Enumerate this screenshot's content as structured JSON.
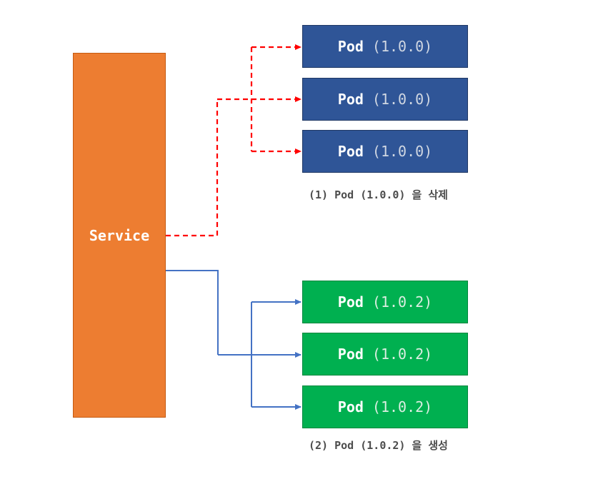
{
  "service": {
    "label": "Service",
    "color": "#ed7d31"
  },
  "old_pods": [
    {
      "name": "Pod",
      "version": "(1.0.0)"
    },
    {
      "name": "Pod",
      "version": "(1.0.0)"
    },
    {
      "name": "Pod",
      "version": "(1.0.0)"
    }
  ],
  "new_pods": [
    {
      "name": "Pod",
      "version": "(1.0.2)"
    },
    {
      "name": "Pod",
      "version": "(1.0.2)"
    },
    {
      "name": "Pod",
      "version": "(1.0.2)"
    }
  ],
  "captions": {
    "delete": "(1) Pod (1.0.0) 을 삭제",
    "create": "(2) Pod (1.0.2) 을 생성"
  },
  "colors": {
    "old_pod": "#2f5597",
    "new_pod": "#00b050",
    "delete_arrow": "#ff0000",
    "create_arrow": "#4472c4"
  }
}
